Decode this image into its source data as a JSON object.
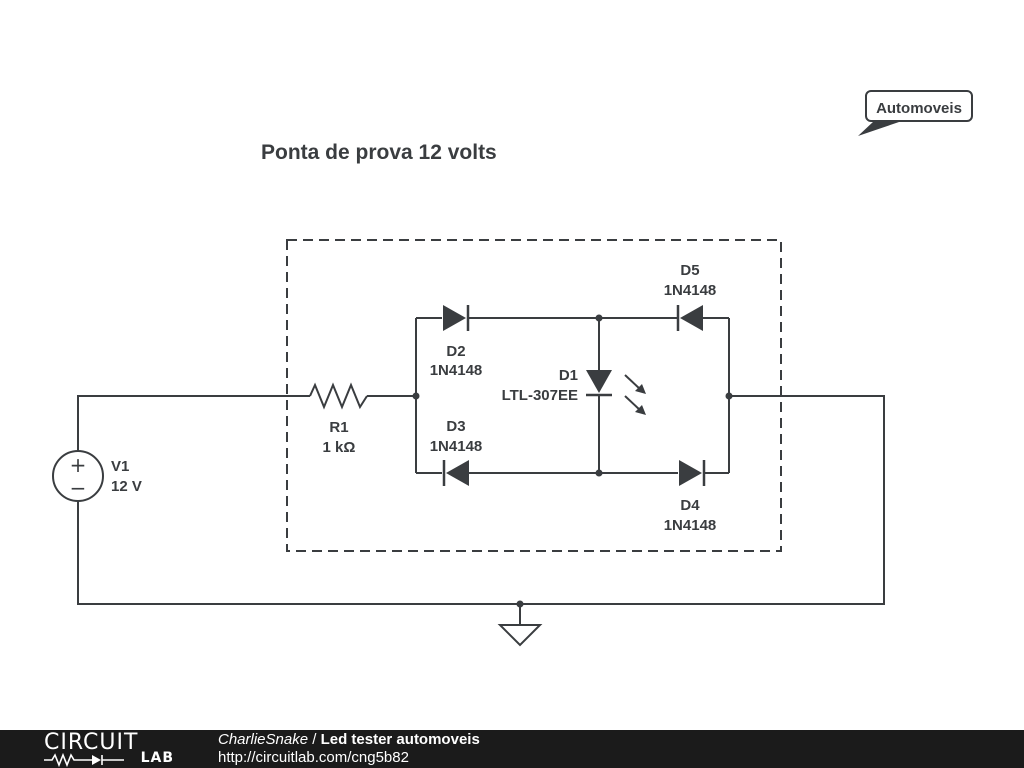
{
  "schematic": {
    "title": "Ponta de prova 12 volts",
    "callout": "Automoveis",
    "components": {
      "V1": {
        "ref": "V1",
        "value": "12 V"
      },
      "R1": {
        "ref": "R1",
        "value": "1 kΩ"
      },
      "D1": {
        "ref": "D1",
        "value": "LTL-307EE"
      },
      "D2": {
        "ref": "D2",
        "value": "1N4148"
      },
      "D3": {
        "ref": "D3",
        "value": "1N4148"
      },
      "D4": {
        "ref": "D4",
        "value": "1N4148"
      },
      "D5": {
        "ref": "D5",
        "value": "1N4148"
      }
    },
    "v1_plus": "+",
    "v1_minus": "−"
  },
  "footer": {
    "logo_top": "CIRCUIT",
    "logo_bottom": "LAB",
    "author": "CharlieSnake",
    "separator": " / ",
    "circuit_title": "Led tester automoveis",
    "url": "http://circuitlab.com/cng5b82"
  },
  "colors": {
    "ink": "#3a3d40",
    "footer_bg": "#1b1b1b"
  }
}
